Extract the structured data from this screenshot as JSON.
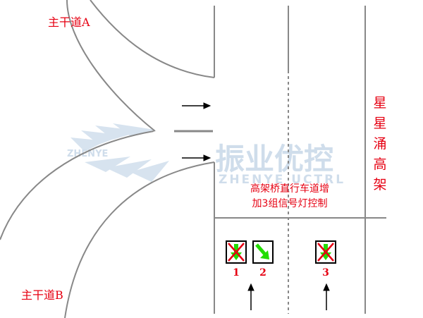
{
  "labels": {
    "road_a": "主干道A",
    "road_b": "主干道B",
    "xingxingchong": [
      "星",
      "星",
      "涌",
      "高",
      "架"
    ],
    "note_line1": "高架桥直行车道增",
    "note_line2": "加3组信号灯控制"
  },
  "signals": [
    {
      "number": "1",
      "icon": "straight-arrow-prohibited-icon"
    },
    {
      "number": "2",
      "icon": "right-diagonal-arrow-icon"
    },
    {
      "number": "3",
      "icon": "straight-arrow-prohibited-icon"
    }
  ],
  "watermark": {
    "logo_text": "ZHENYE",
    "cn_text": "振业优控",
    "en_text": "ZHENYE UCTRL"
  },
  "colors": {
    "road_line": "#888888",
    "label_red": "#e60012",
    "arrow_green": "#22dd00",
    "watermark": "#a9c3dc"
  }
}
